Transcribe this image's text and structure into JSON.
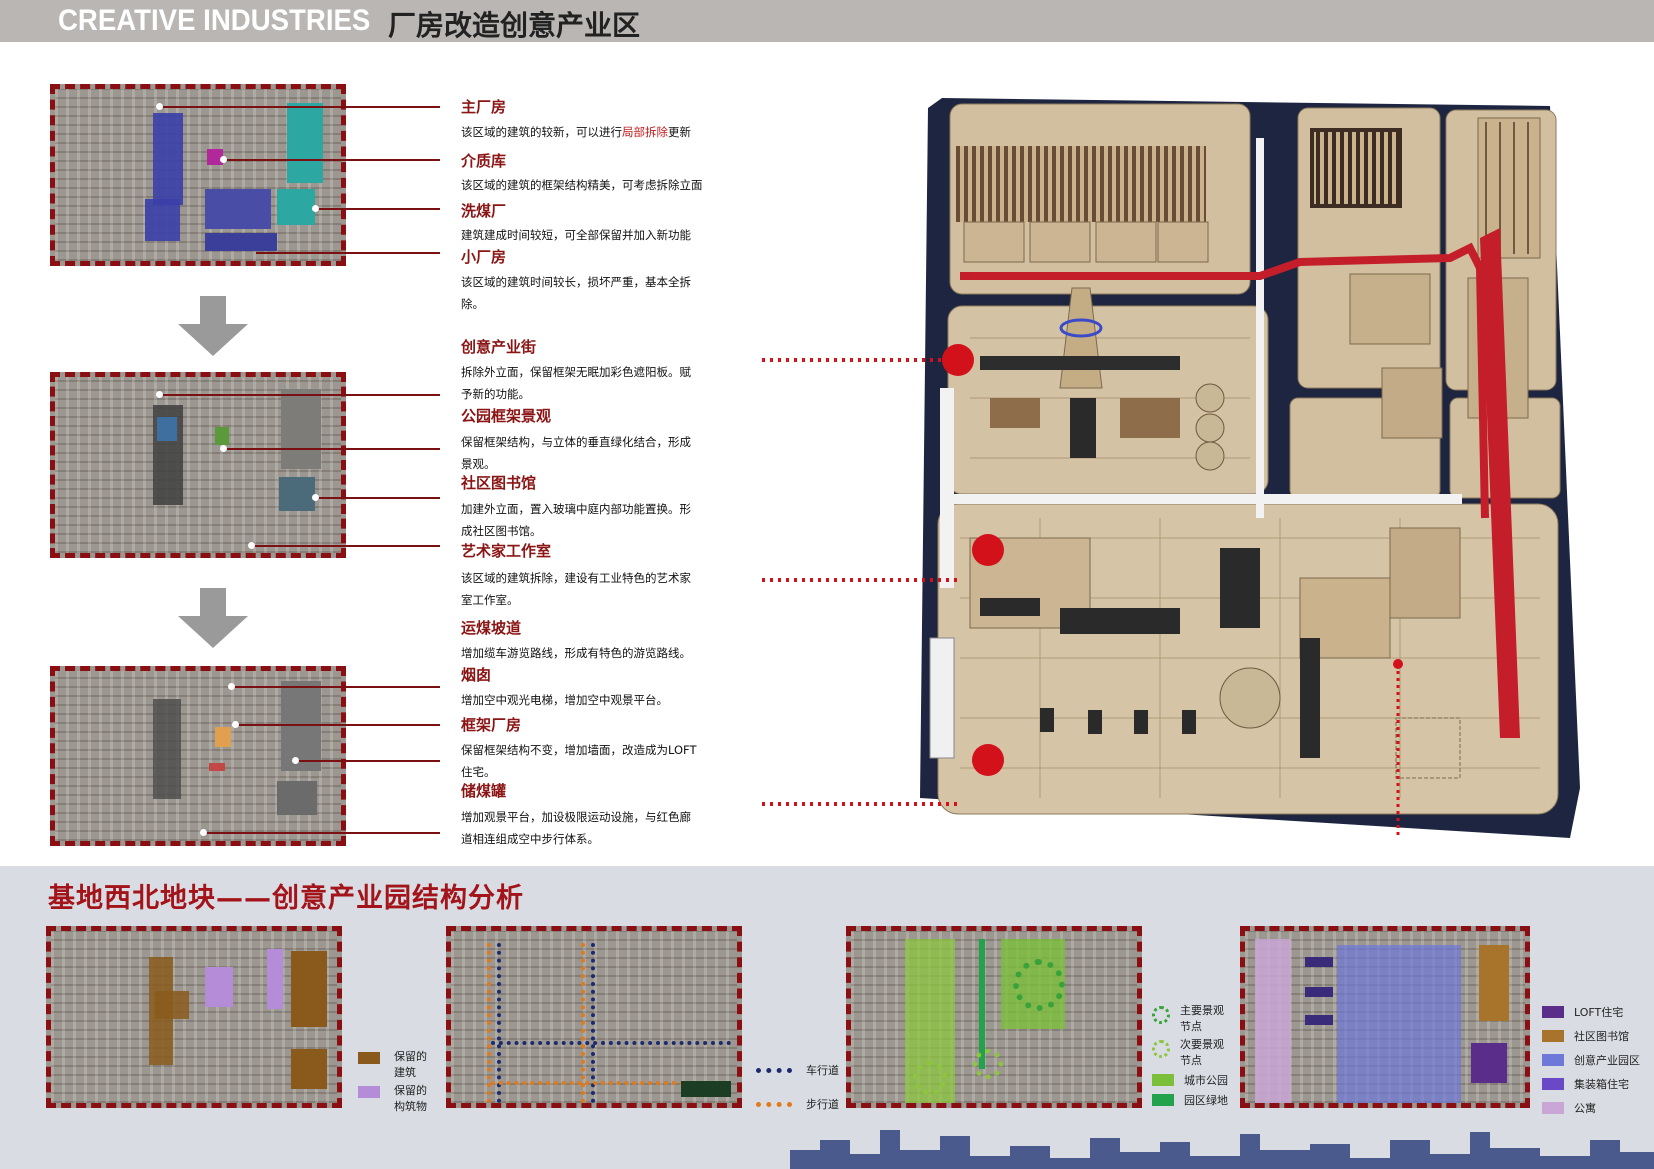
{
  "header": {
    "title_en": "CREATIVE INDUSTRIES",
    "title_cn": "厂房改造创意产业区"
  },
  "steps": [
    {
      "title": "主厂房",
      "desc_before": "该区域的建筑的较新，可以进行",
      "desc_highlight": "局部拆除",
      "desc_after": "更新"
    },
    {
      "title": "介质库",
      "desc": "该区域的建筑的框架结构精美，可考虑拆除立面"
    },
    {
      "title": "洗煤厂",
      "desc": "建筑建成时间较短，可全部保留并加入新功能"
    },
    {
      "title": "小厂房",
      "desc_l1": "该区域的建筑时间较长，损坏严重，基本全拆",
      "desc_l2": "除。"
    },
    {
      "title": "创意产业街",
      "desc_l1": "拆除外立面，保留框架无眠加彩色遮阳板。赋",
      "desc_l2": "予新的功能。"
    },
    {
      "title": "公园框架景观",
      "desc_l1": "保留框架结构，与立体的垂直绿化结合，形成",
      "desc_l2": "景观。"
    },
    {
      "title": "社区图书馆",
      "desc_l1": "加建外立面，置入玻璃中庭内部功能置换。形",
      "desc_l2": "成社区图书馆。"
    },
    {
      "title": "艺术家工作室",
      "desc_l1": "该区域的建筑拆除，建设有工业特色的艺术家",
      "desc_l2": "室工作室。"
    },
    {
      "title": "运煤坡道",
      "desc": "增加缆车游览路线，形成有特色的游览路线。"
    },
    {
      "title": "烟囱",
      "desc": "增加空中观光电梯，增加空中观景平台。"
    },
    {
      "title": "框架厂房",
      "desc_l1": "保留框架结构不变，增加墙面，改造成为LOFT",
      "desc_l2": "住宅。"
    },
    {
      "title": "储煤罐",
      "desc_l1": "增加观景平台，加设极限运动设施，与红色廊",
      "desc_l2": "道相连组成空中步行体系。"
    }
  ],
  "analysis": {
    "title": "基地西北地块——创意产业园结构分析",
    "legend1": [
      {
        "label_l1": "保留的",
        "label_l2": "建筑",
        "color": "#8a5a1c"
      },
      {
        "label_l1": "保留的",
        "label_l2": "构筑物",
        "color": "#b48cd8"
      }
    ],
    "legend2": [
      {
        "label": "车行道",
        "color": "#1e2a6e"
      },
      {
        "label": "步行道",
        "color": "#e07a1a"
      }
    ],
    "legend3": [
      {
        "label_l1": "主要景观",
        "label_l2": "节点",
        "color": "#39a33b"
      },
      {
        "label_l1": "次要景观",
        "label_l2": "节点",
        "color": "#8cc63f"
      },
      {
        "label": "城市公园",
        "color": "#7bbf3a"
      },
      {
        "label": "园区绿地",
        "color": "#22a24a"
      }
    ],
    "legend4": [
      {
        "label": "LOFT住宅",
        "color": "#5b2d8a"
      },
      {
        "label": "社区图书馆",
        "color": "#a8742c"
      },
      {
        "label": "创意产业园区",
        "color": "#6e78d8"
      },
      {
        "label": "集装箱住宅",
        "color": "#6a49c6"
      },
      {
        "label": "公寓",
        "color": "#c9a6d6"
      }
    ]
  }
}
